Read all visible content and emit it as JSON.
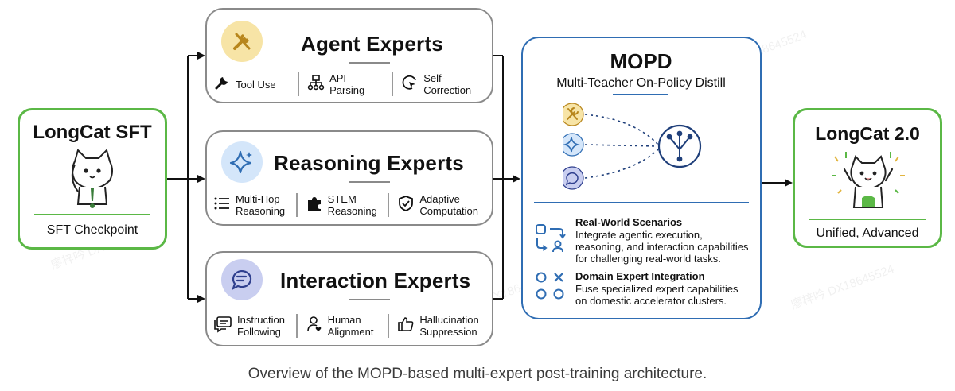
{
  "sft": {
    "title": "LongCat SFT",
    "label": "SFT Checkpoint"
  },
  "experts": [
    {
      "title": "Agent Experts",
      "items": [
        {
          "label": "Tool Use"
        },
        {
          "label": "API\nParsing"
        },
        {
          "label": "Self-\nCorrection"
        }
      ]
    },
    {
      "title": "Reasoning Experts",
      "items": [
        {
          "label": "Multi-Hop\nReasoning"
        },
        {
          "label": "STEM\nReasoning"
        },
        {
          "label": "Adaptive\nComputation"
        }
      ]
    },
    {
      "title": "Interaction Experts",
      "items": [
        {
          "label": "Instruction\nFollowing"
        },
        {
          "label": "Human\nAlignment"
        },
        {
          "label": "Hallucination\nSuppression"
        }
      ]
    }
  ],
  "mopd": {
    "title": "MOPD",
    "subtitle": "Multi-Teacher On-Policy Distill",
    "features": [
      {
        "title": "Real-World Scenarios",
        "desc": "Integrate agentic execution,\nreasoning, and interaction capabilities\nfor challenging real-world tasks."
      },
      {
        "title": "Domain Expert Integration",
        "desc": "Fuse specialized expert capabilities\non domestic accelerator clusters."
      }
    ]
  },
  "output": {
    "title": "LongCat 2.0",
    "label": "Unified, Advanced"
  },
  "caption": "Overview of the MOPD-based multi-expert post-training architecture.",
  "watermark": "廖梓吟 DX18645524",
  "colors": {
    "green": "#5bb846",
    "blue": "#2f6db3",
    "grey": "#8a8a8a",
    "gold": "#e2b540",
    "lightblue": "#5a9be0",
    "purple": "#4a5aa8"
  }
}
